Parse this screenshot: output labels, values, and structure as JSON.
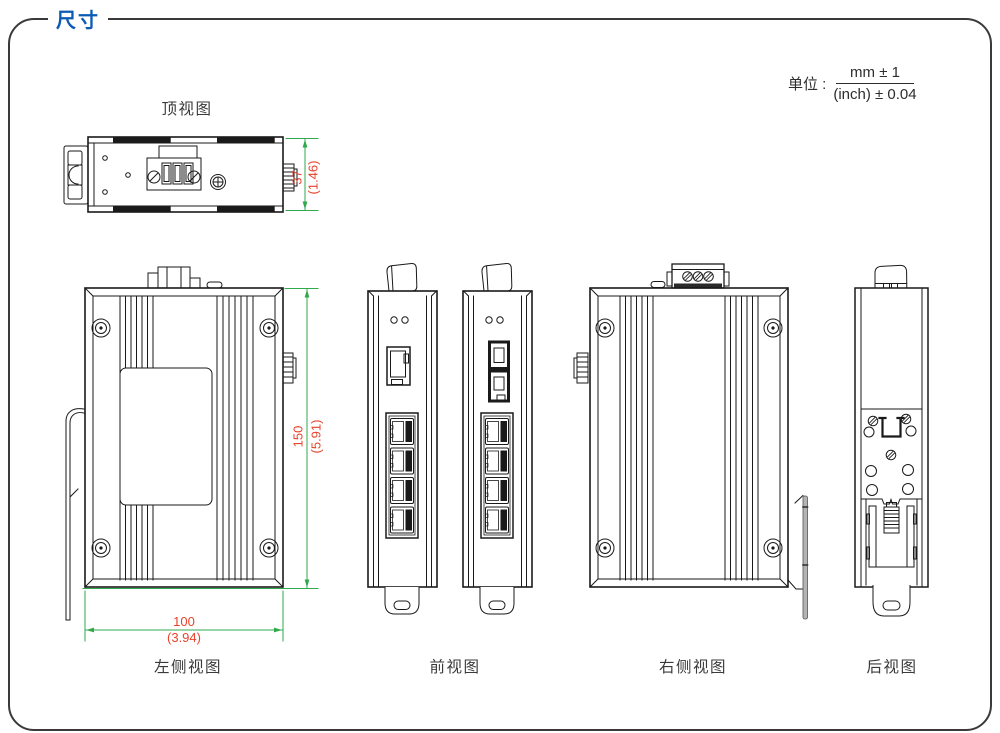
{
  "header": {
    "title": "尺寸"
  },
  "unit_note": {
    "prefix": "单位 :",
    "numerator": "mm ± 1",
    "denominator": "(inch) ± 0.04"
  },
  "views": {
    "top": {
      "label": "顶视图"
    },
    "left_side": {
      "label": "左侧视图"
    },
    "front": {
      "label": "前视图"
    },
    "right_side": {
      "label": "右侧视图"
    },
    "rear": {
      "label": "后视图"
    }
  },
  "dimensions": {
    "depth": {
      "mm": "37",
      "inch": "(1.46)"
    },
    "height": {
      "mm": "150",
      "inch": "(5.91)"
    },
    "width": {
      "mm": "100",
      "inch": "(3.94)"
    }
  },
  "colors": {
    "accent_blue": "#0b5bb5",
    "dimension_line_green": "#2fa94c",
    "dimension_text_red": "#e8432b",
    "line_art": "#1a1a1a"
  }
}
